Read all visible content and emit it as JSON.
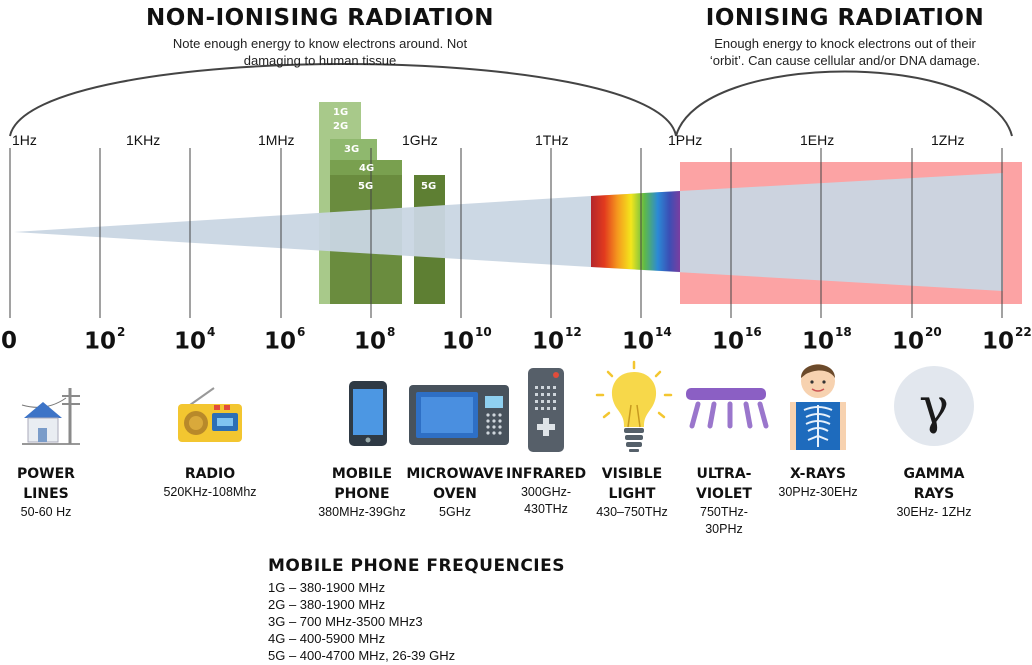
{
  "non_ionising": {
    "title": "NON-IONISING RADIATION",
    "desc_line1": "Note enough energy to know electrons around. Not",
    "desc_line2": "damaging to human tissue"
  },
  "ionising": {
    "title": "IONISING RADIATION",
    "desc_line1": "Enough energy to knock electrons out of their",
    "desc_line2": "‘orbit’. Can cause cellular and/or DNA damage."
  },
  "freq_labels": [
    "1Hz",
    "1KHz",
    "1MHz",
    "1GHz",
    "1THz",
    "1PHz",
    "1EHz",
    "1ZHz"
  ],
  "powers": [
    {
      "base": "0",
      "exp": ""
    },
    {
      "base": "10",
      "exp": "2"
    },
    {
      "base": "10",
      "exp": "4"
    },
    {
      "base": "10",
      "exp": "6"
    },
    {
      "base": "10",
      "exp": "8"
    },
    {
      "base": "10",
      "exp": "10"
    },
    {
      "base": "10",
      "exp": "12"
    },
    {
      "base": "10",
      "exp": "14"
    },
    {
      "base": "10",
      "exp": "16"
    },
    {
      "base": "10",
      "exp": "18"
    },
    {
      "base": "10",
      "exp": "20"
    },
    {
      "base": "10",
      "exp": "22"
    }
  ],
  "generations": {
    "g1": "1G",
    "g2": "2G",
    "g3": "3G",
    "g4": "4G",
    "g5": "5G",
    "g5b": "5G"
  },
  "sources": [
    {
      "name1": "POWER",
      "name2": "LINES",
      "range1": "50-60 Hz",
      "range2": "",
      "icon": "house-power-lines-icon"
    },
    {
      "name1": "RADIO",
      "name2": "",
      "range1": "520KHz-108Mhz",
      "range2": "",
      "icon": "radio-icon"
    },
    {
      "name1": "MOBILE",
      "name2": "PHONE",
      "range1": "380MHz-39Ghz",
      "range2": "",
      "icon": "mobile-phone-icon"
    },
    {
      "name1": "MICROWAVE",
      "name2": "OVEN",
      "range1": "5GHz",
      "range2": "",
      "icon": "microwave-oven-icon"
    },
    {
      "name1": "INFRARED",
      "name2": "",
      "range1": "300GHz-",
      "range2": "430THz",
      "icon": "remote-control-icon"
    },
    {
      "name1": "VISIBLE",
      "name2": "LIGHT",
      "range1": "430–750THz",
      "range2": "",
      "icon": "light-bulb-icon"
    },
    {
      "name1": "ULTRA-",
      "name2": "VIOLET",
      "range1": "750THz-",
      "range2": "30PHz",
      "icon": "uv-lamp-icon"
    },
    {
      "name1": "X-RAYS",
      "name2": "",
      "range1": "30PHz-30EHz",
      "range2": "",
      "icon": "xray-person-icon"
    },
    {
      "name1": "GAMMA",
      "name2": "RAYS",
      "range1": "30EHz- 1ZHz",
      "range2": "",
      "icon": "gamma-symbol-icon"
    }
  ],
  "gamma_symbol": "γ",
  "mobile_frequencies": {
    "title": "MOBILE PHONE FREQUENCIES",
    "lines": [
      "1G – 380-1900 MHz",
      "2G – 380-1900 MHz",
      "3G – 700 MHz-3500 MHz3",
      "4G – 400-5900 MHz",
      "5G – 400-4700 MHz, 26-39 GHz"
    ]
  },
  "colors": {
    "wedge": "#c9d6e3",
    "ionising_band": "#fca3a4",
    "mobile_green_light": "#a8c98a",
    "mobile_green_mid": "#8fb86e",
    "mobile_green_dark": "#6a8c3e",
    "mobile_green_darker": "#5e7f33"
  }
}
